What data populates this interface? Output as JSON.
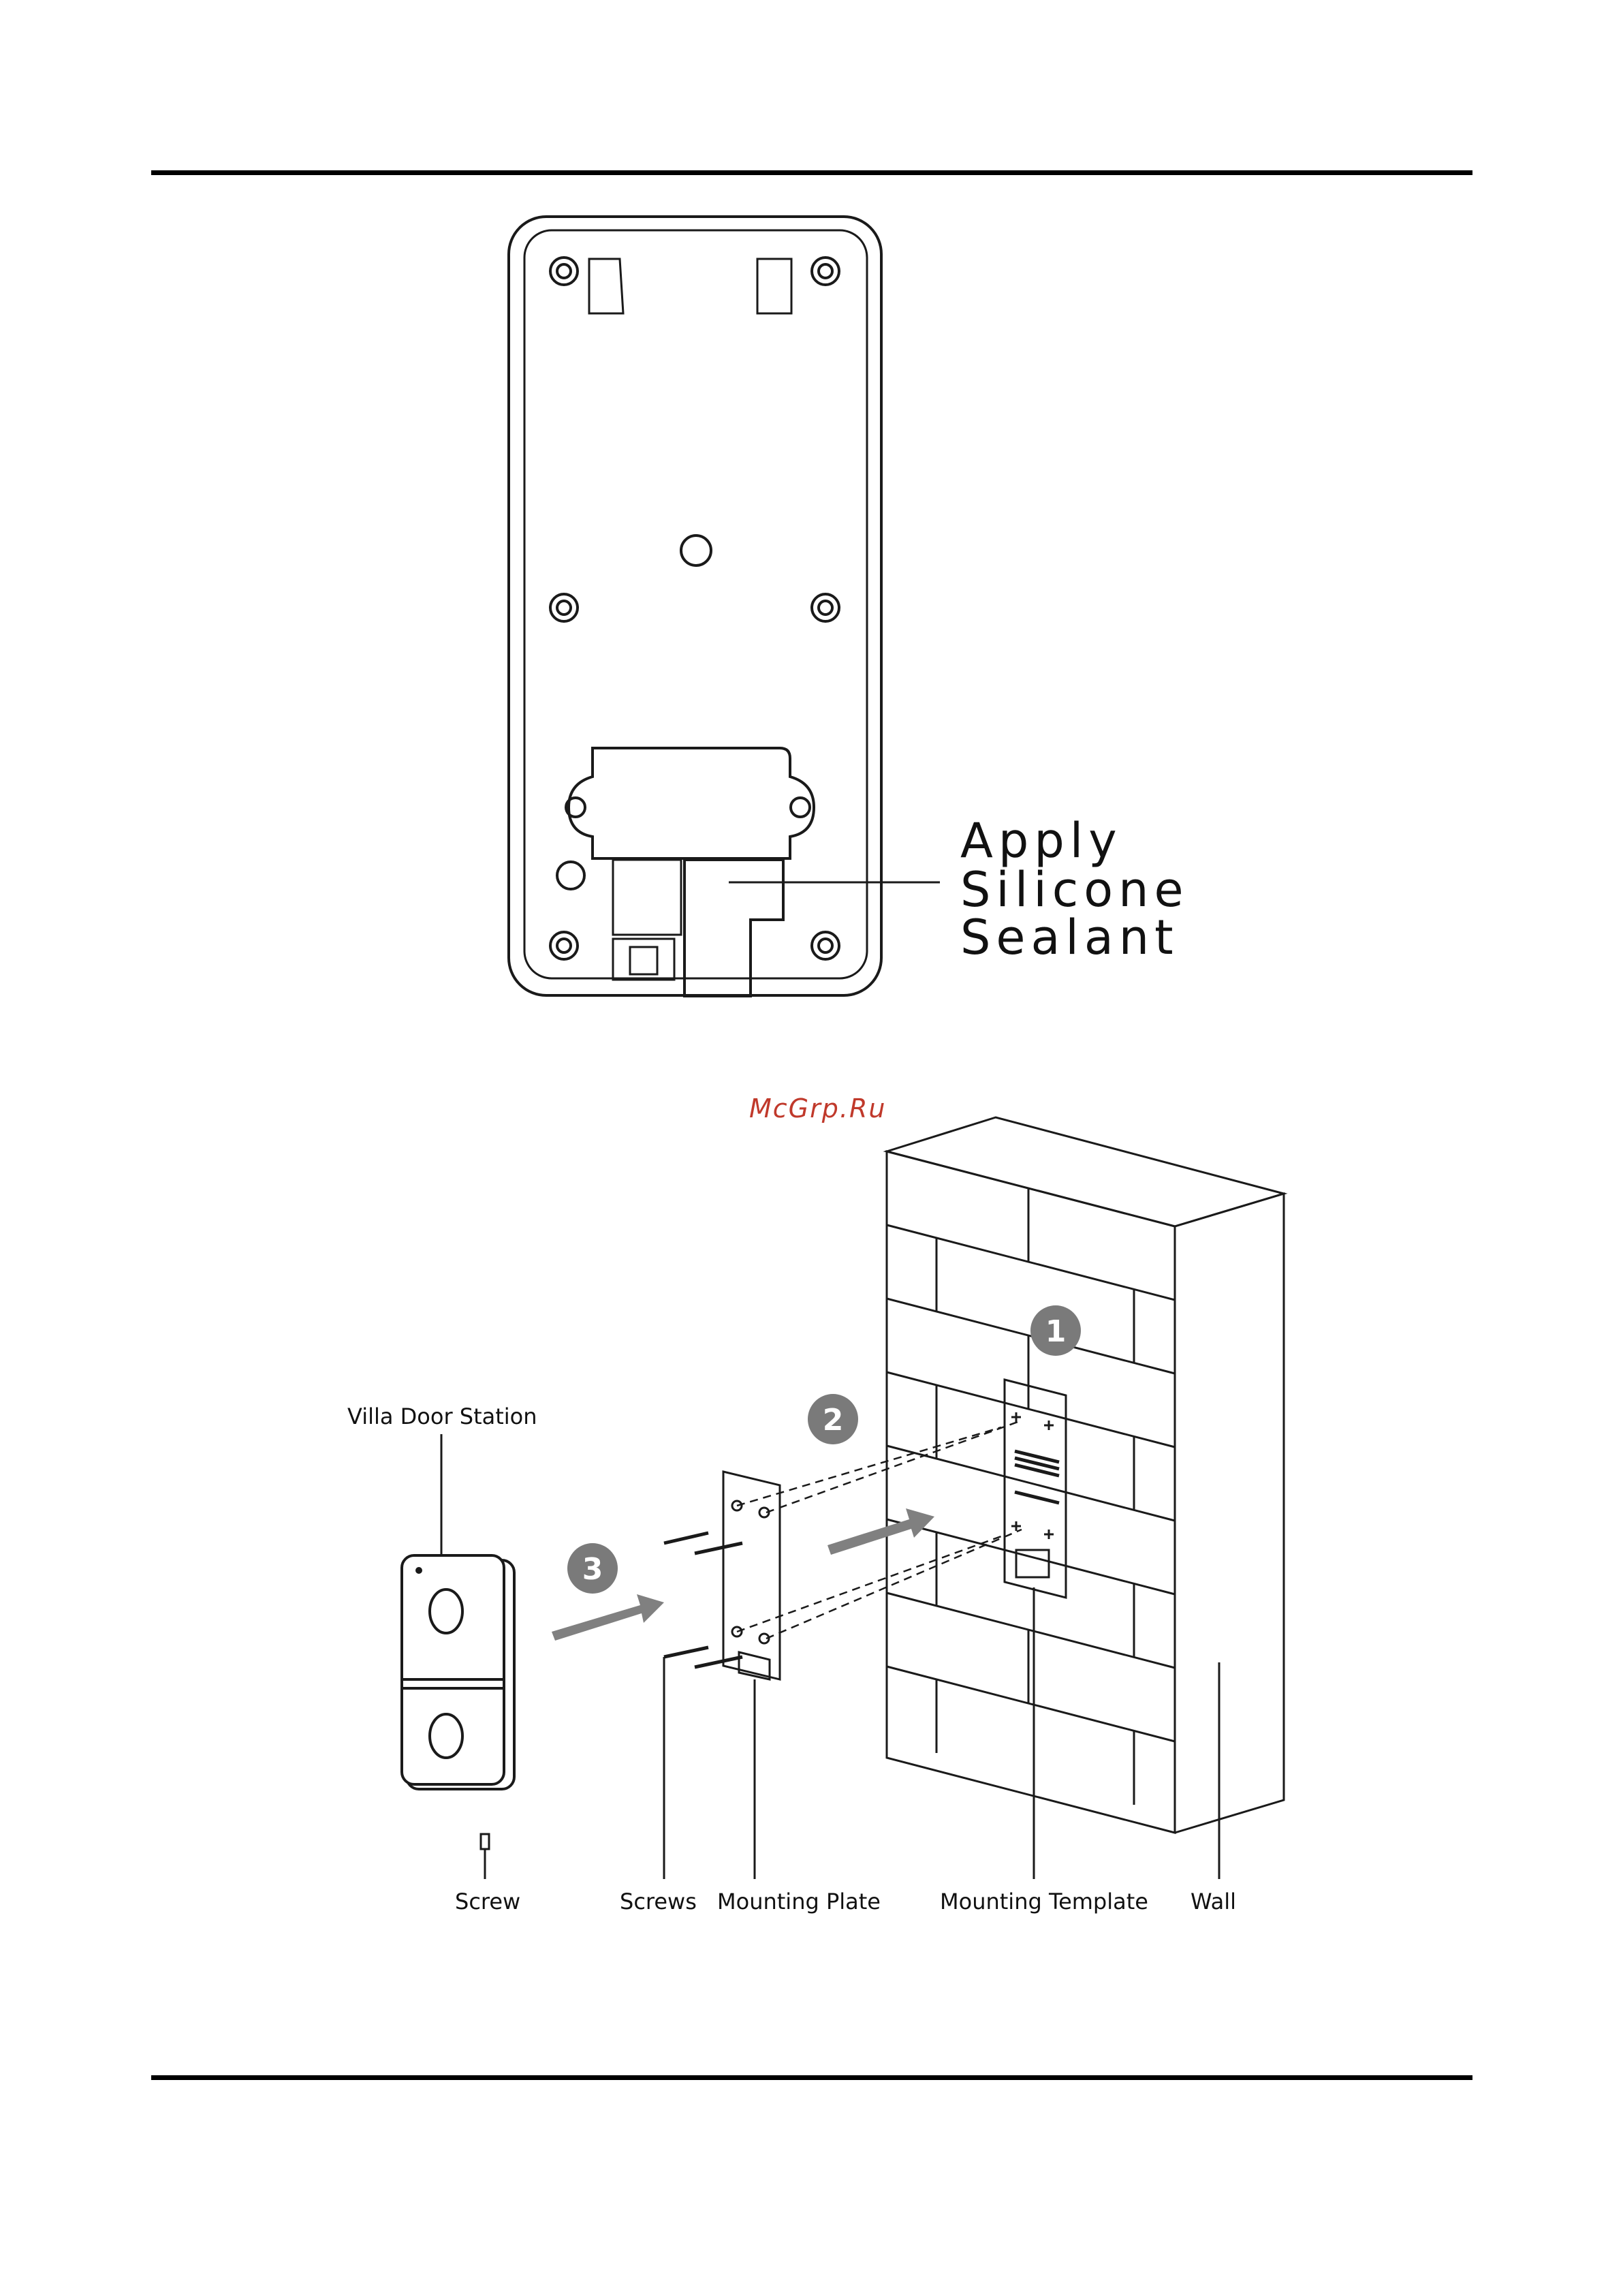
{
  "sealant_label": [
    "Apply",
    "Silicone",
    "Sealant"
  ],
  "watermark": "McGrp.Ru",
  "labels": {
    "villa_door_station": "Villa Door Station",
    "screw": "Screw",
    "screws": "Screws",
    "mounting_plate": "Mounting Plate",
    "mounting_template": "Mounting Template",
    "wall": "Wall"
  },
  "steps": [
    "1",
    "2",
    "3"
  ],
  "colors": {
    "line": "#1a1a1a",
    "step_badge": "#7a7a7a",
    "arrow": "#808080",
    "watermark": "#c0392b"
  }
}
